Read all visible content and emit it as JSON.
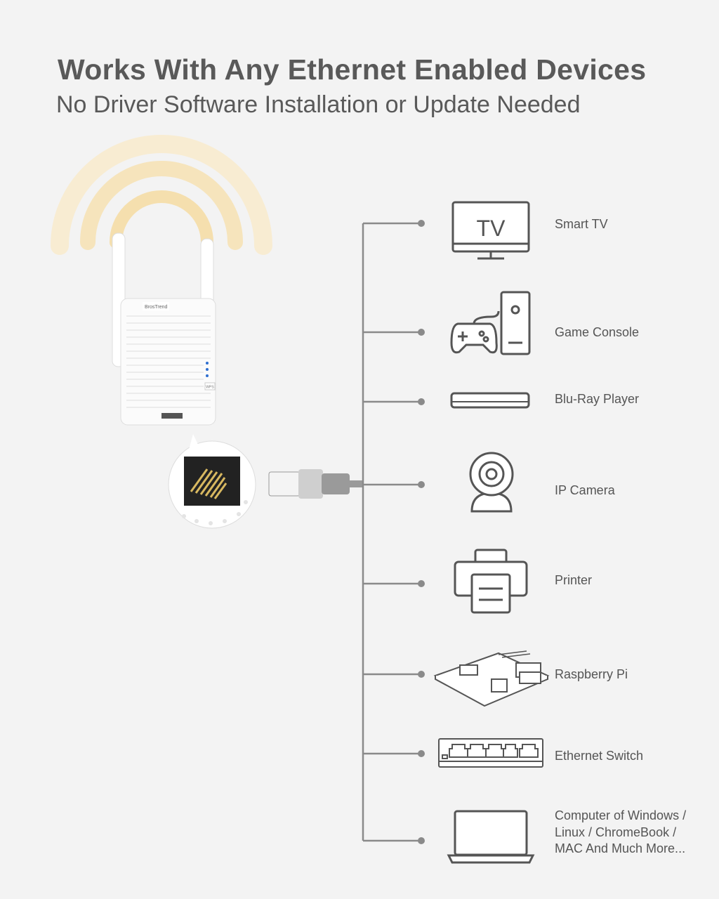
{
  "header": {
    "title": "Works With Any Ethernet Enabled Devices",
    "subtitle": "No Driver Software Installation or Update Needed"
  },
  "device": {
    "brand": "BrosTrend",
    "wps_label": "WPS"
  },
  "devices": [
    {
      "label": "Smart TV",
      "icon": "tv-icon",
      "icon_text": "TV"
    },
    {
      "label": "Game Console",
      "icon": "game-console-icon"
    },
    {
      "label": "Blu-Ray Player",
      "icon": "bluray-player-icon"
    },
    {
      "label": "IP Camera",
      "icon": "ip-camera-icon"
    },
    {
      "label": "Printer",
      "icon": "printer-icon"
    },
    {
      "label": "Raspberry Pi",
      "icon": "raspberry-pi-icon"
    },
    {
      "label": "Ethernet Switch",
      "icon": "ethernet-switch-icon"
    },
    {
      "label_lines": [
        "Computer of Windows /",
        "Linux / ChromeBook /",
        "MAC And Much More..."
      ],
      "icon": "laptop-icon"
    }
  ],
  "colors": {
    "line": "#8a8a8a",
    "icon": "#555555",
    "glow": "#f6e7c4",
    "led": "#2f6fd0"
  }
}
